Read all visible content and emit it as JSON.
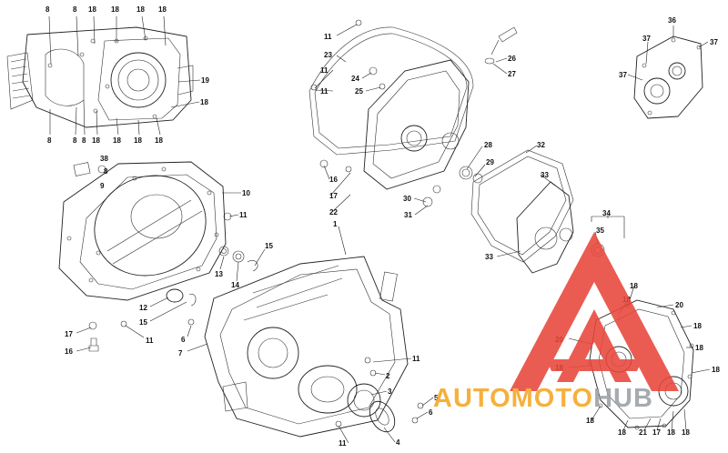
{
  "diagram": {
    "callouts": [
      {
        "id": "c1",
        "text": "8"
      },
      {
        "id": "c2",
        "text": "8"
      },
      {
        "id": "c3",
        "text": "18"
      },
      {
        "id": "c4",
        "text": "18"
      },
      {
        "id": "c5",
        "text": "18"
      },
      {
        "id": "c6",
        "text": "18"
      },
      {
        "id": "c7",
        "text": "19"
      },
      {
        "id": "c8",
        "text": "18"
      },
      {
        "id": "c9",
        "text": "8"
      },
      {
        "id": "c10",
        "text": "8"
      },
      {
        "id": "c11",
        "text": "8"
      },
      {
        "id": "c12",
        "text": "18"
      },
      {
        "id": "c13",
        "text": "18"
      },
      {
        "id": "c14",
        "text": "18"
      },
      {
        "id": "c15",
        "text": "18"
      },
      {
        "id": "c16",
        "text": "11"
      },
      {
        "id": "c17",
        "text": "23"
      },
      {
        "id": "c18",
        "text": "11"
      },
      {
        "id": "c19",
        "text": "24"
      },
      {
        "id": "c20",
        "text": "25"
      },
      {
        "id": "c21",
        "text": "11"
      },
      {
        "id": "c22",
        "text": "26"
      },
      {
        "id": "c23",
        "text": "27"
      },
      {
        "id": "c24",
        "text": "36"
      },
      {
        "id": "c25",
        "text": "37"
      },
      {
        "id": "c26",
        "text": "37"
      },
      {
        "id": "c27",
        "text": "37"
      },
      {
        "id": "c28",
        "text": "38"
      },
      {
        "id": "c29",
        "text": "8"
      },
      {
        "id": "c30",
        "text": "9"
      },
      {
        "id": "c31",
        "text": "10"
      },
      {
        "id": "c32",
        "text": "11"
      },
      {
        "id": "c33",
        "text": "15"
      },
      {
        "id": "c34",
        "text": "13"
      },
      {
        "id": "c35",
        "text": "14"
      },
      {
        "id": "c36",
        "text": "12"
      },
      {
        "id": "c37",
        "text": "15"
      },
      {
        "id": "c38",
        "text": "17"
      },
      {
        "id": "c39",
        "text": "16"
      },
      {
        "id": "c40",
        "text": "11"
      },
      {
        "id": "c41",
        "text": "6"
      },
      {
        "id": "c42",
        "text": "7"
      },
      {
        "id": "c43",
        "text": "1"
      },
      {
        "id": "c44",
        "text": "28"
      },
      {
        "id": "c45",
        "text": "29"
      },
      {
        "id": "c46",
        "text": "16"
      },
      {
        "id": "c47",
        "text": "17"
      },
      {
        "id": "c48",
        "text": "22"
      },
      {
        "id": "c49",
        "text": "30"
      },
      {
        "id": "c50",
        "text": "31"
      },
      {
        "id": "c51",
        "text": "32"
      },
      {
        "id": "c52",
        "text": "33"
      },
      {
        "id": "c53",
        "text": "34"
      },
      {
        "id": "c54",
        "text": "35"
      },
      {
        "id": "c55",
        "text": "33"
      },
      {
        "id": "c56",
        "text": "11"
      },
      {
        "id": "c57",
        "text": "2"
      },
      {
        "id": "c58",
        "text": "3"
      },
      {
        "id": "c59",
        "text": "5"
      },
      {
        "id": "c60",
        "text": "6"
      },
      {
        "id": "c61",
        "text": "11"
      },
      {
        "id": "c62",
        "text": "4"
      },
      {
        "id": "c63",
        "text": "18"
      },
      {
        "id": "c64",
        "text": "18"
      },
      {
        "id": "c65",
        "text": "20"
      },
      {
        "id": "c66",
        "text": "18"
      },
      {
        "id": "c67",
        "text": "20"
      },
      {
        "id": "c68",
        "text": "18"
      },
      {
        "id": "c69",
        "text": "18"
      },
      {
        "id": "c70",
        "text": "18"
      },
      {
        "id": "c71",
        "text": "18"
      },
      {
        "id": "c72",
        "text": "18"
      },
      {
        "id": "c73",
        "text": "21"
      },
      {
        "id": "c74",
        "text": "17"
      },
      {
        "id": "c75",
        "text": "18"
      },
      {
        "id": "c76",
        "text": "18"
      }
    ]
  },
  "watermark": {
    "prefix": "AUTOMOTO",
    "suffix": "HUB",
    "prefix_color": "#f5a623",
    "suffix_color": "#9aa0a6",
    "triangle_color": "#e8463b"
  }
}
